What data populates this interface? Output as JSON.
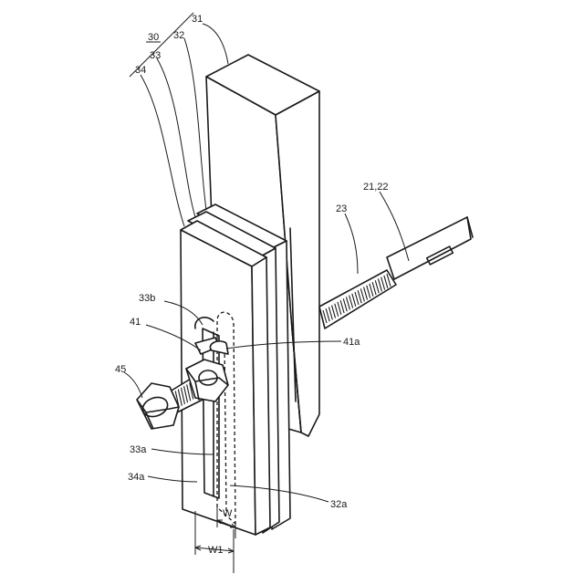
{
  "labels": {
    "assembly": "30",
    "l31": "31",
    "l32": "32",
    "l33": "33",
    "l34": "34",
    "l2122": "21,22",
    "l23": "23",
    "l33b": "33b",
    "l41": "41",
    "l41a": "41a",
    "l45": "45",
    "l33a": "33a",
    "l34a": "34a",
    "l32a": "32a",
    "w": "W",
    "w1": "W1"
  }
}
